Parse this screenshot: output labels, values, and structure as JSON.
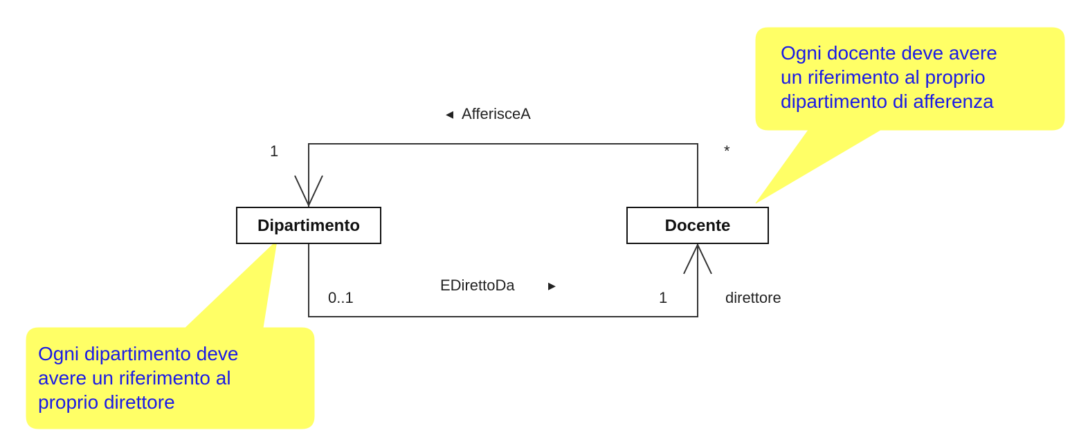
{
  "classes": {
    "dipartimento": "Dipartimento",
    "docente": "Docente"
  },
  "associations": {
    "afferisce": {
      "name": "AfferisceA",
      "direction_glyph": "◂",
      "mult_dipartimento": "1",
      "mult_docente": "*"
    },
    "diretto": {
      "name": "EDirettoDa",
      "direction_glyph": "▸",
      "mult_dipartimento": "0..1",
      "mult_docente": "1",
      "role_docente": "direttore"
    }
  },
  "callouts": {
    "docente": {
      "lines": [
        "Ogni docente deve avere",
        "un riferimento al proprio",
        "dipartimento di afferenza"
      ]
    },
    "dipartimento": {
      "lines": [
        "Ogni dipartimento deve",
        "avere un riferimento al",
        "proprio direttore"
      ]
    }
  },
  "colors": {
    "callout_fill": "#ffff66",
    "callout_text": "#1a1ae6",
    "line": "#333333"
  }
}
